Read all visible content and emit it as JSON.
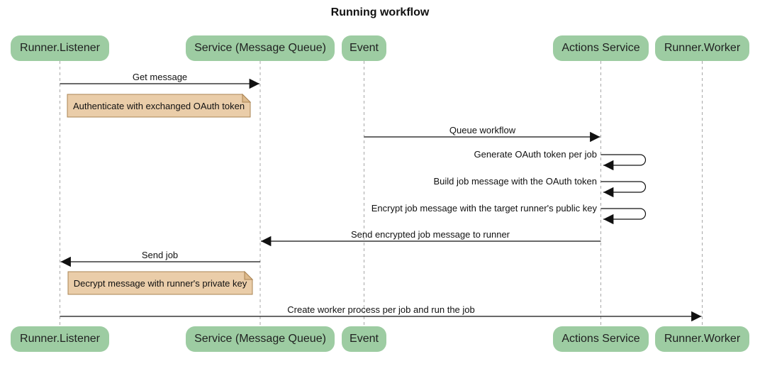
{
  "title": "Running workflow",
  "colors": {
    "actor_fill": "#9DCCA2",
    "note_fill": "#EACDA9",
    "note_border": "#AA8453",
    "note_fold": "#DDBA8C",
    "arrow": "#111111",
    "lifeline": "#A7A7A7"
  },
  "actors": [
    {
      "id": "runner-listener",
      "label": "Runner.Listener"
    },
    {
      "id": "service-message-queue",
      "label": "Service (Message Queue)"
    },
    {
      "id": "event",
      "label": "Event"
    },
    {
      "id": "actions-service",
      "label": "Actions Service"
    },
    {
      "id": "runner-worker",
      "label": "Runner.Worker"
    }
  ],
  "messages": [
    {
      "from": "Runner.Listener",
      "to": "Service (Message Queue)",
      "label": "Get message",
      "self": false
    },
    {
      "from": "Event",
      "to": "Actions Service",
      "label": "Queue workflow",
      "self": false
    },
    {
      "from": "Actions Service",
      "to": "Actions Service",
      "label": "Generate OAuth token per job",
      "self": true
    },
    {
      "from": "Actions Service",
      "to": "Actions Service",
      "label": "Build job message with the OAuth token",
      "self": true
    },
    {
      "from": "Actions Service",
      "to": "Actions Service",
      "label": "Encrypt job message with the target runner's public key",
      "self": true
    },
    {
      "from": "Actions Service",
      "to": "Service (Message Queue)",
      "label": "Send encrypted job message to runner",
      "self": false
    },
    {
      "from": "Service (Message Queue)",
      "to": "Runner.Listener",
      "label": "Send job",
      "self": false
    },
    {
      "from": "Runner.Listener",
      "to": "Runner.Worker",
      "label": "Create worker process per job and run the job",
      "self": false
    }
  ],
  "notes": [
    {
      "over": "Runner.Listener / Service (Message Queue)",
      "label": "Authenticate with exchanged OAuth token"
    },
    {
      "over": "Runner.Listener / Service (Message Queue)",
      "label": "Decrypt message with runner's private key"
    }
  ]
}
